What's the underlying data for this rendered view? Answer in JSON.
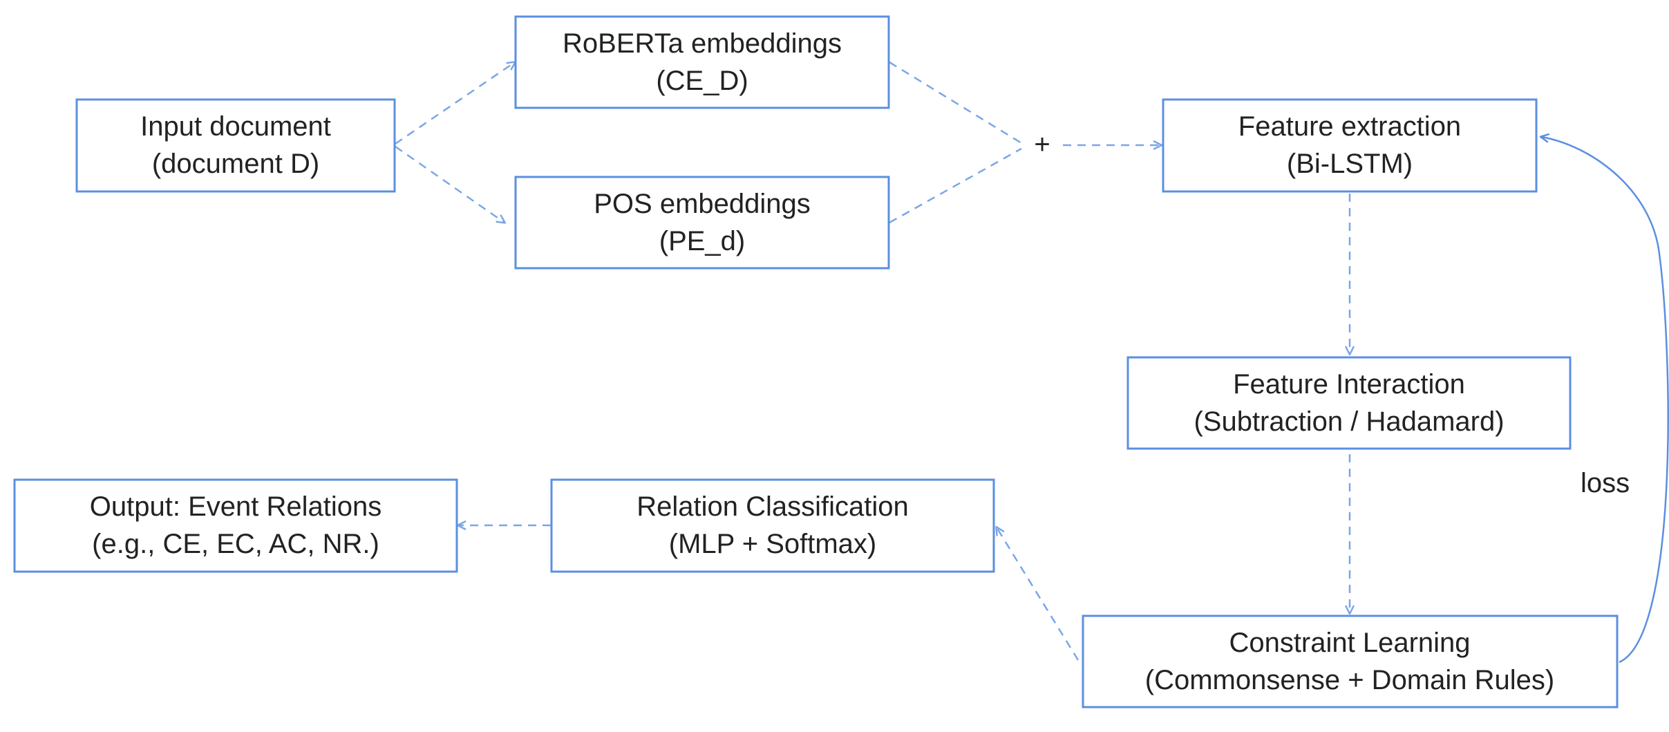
{
  "nodes": {
    "input": {
      "line1": "Input document",
      "line2": "(document D)"
    },
    "roberta": {
      "line1": "RoBERTa embeddings",
      "line2": "(CE_D)"
    },
    "pos": {
      "line1": "POS embeddings",
      "line2": "(PE_d)"
    },
    "feature_extraction": {
      "line1": "Feature extraction",
      "line2": "(Bi-LSTM)"
    },
    "feature_interaction": {
      "line1": "Feature Interaction",
      "line2": "(Subtraction / Hadamard)"
    },
    "constraint_learning": {
      "line1": "Constraint Learning",
      "line2": "(Commonsense + Domain Rules)"
    },
    "relation_classification": {
      "line1": "Relation Classification",
      "line2": "(MLP + Softmax)"
    },
    "output": {
      "line1": "Output: Event Relations",
      "line2": "(e.g., CE, EC, AC, NR.)"
    }
  },
  "labels": {
    "plus": "+",
    "loss": "loss"
  },
  "colors": {
    "box_border": "#5b8fe0",
    "arrow": "#7aa6e8",
    "text": "#222222"
  }
}
